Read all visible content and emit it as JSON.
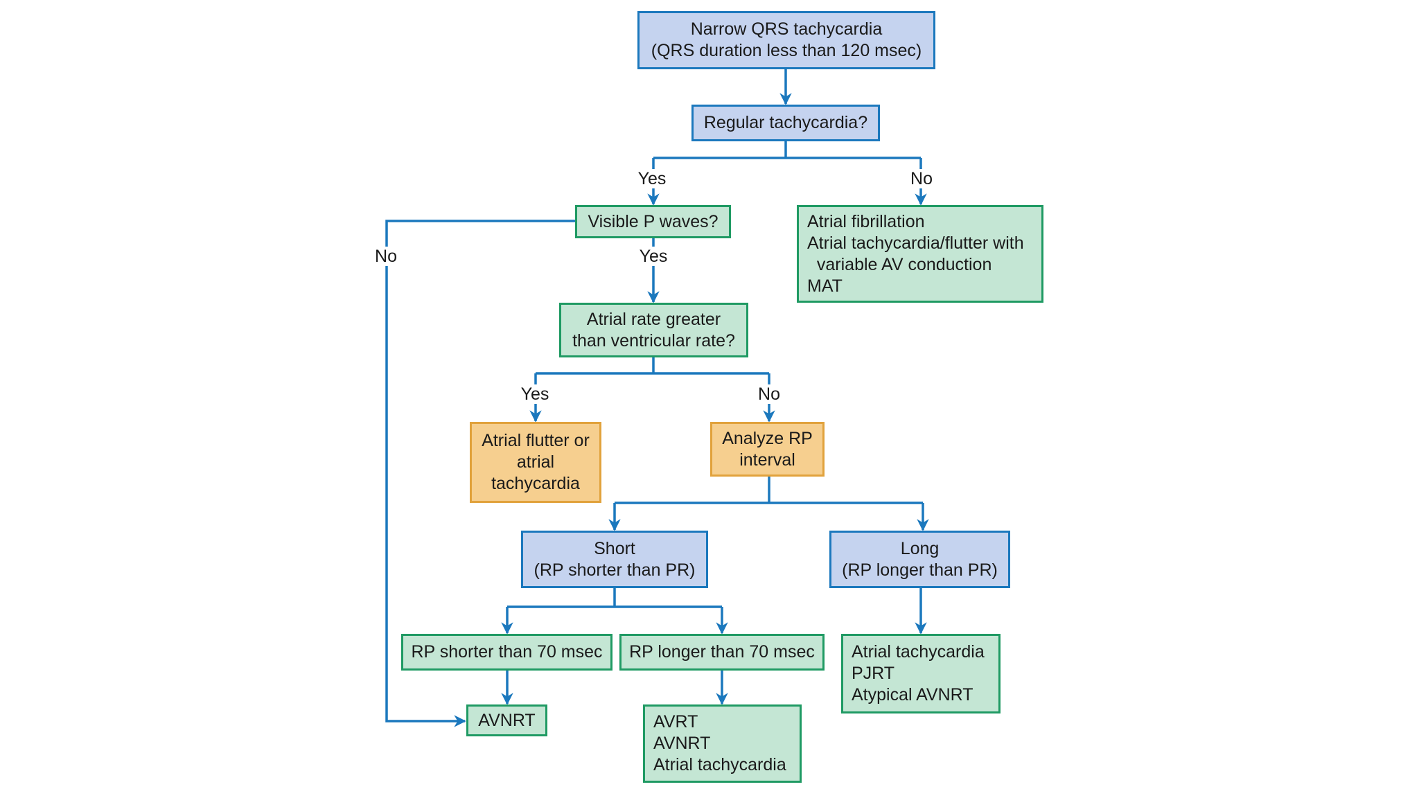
{
  "colors": {
    "line": "#1b78bd",
    "blue_fill": "#c5d3ef",
    "green_fill": "#c4e6d4",
    "green_border": "#1f9a63",
    "orange_fill": "#f6cf8f",
    "orange_border": "#e1a23c"
  },
  "nodes": {
    "narrow_qrs": {
      "lines": [
        "Narrow QRS tachycardia",
        "(QRS duration less than 120 msec)"
      ]
    },
    "regular": {
      "lines": [
        "Regular tachycardia?"
      ]
    },
    "visible_p": {
      "lines": [
        "Visible P waves?"
      ]
    },
    "irregular_dx": {
      "lines": [
        "Atrial fibrillation",
        "Atrial tachycardia/flutter with",
        "  variable AV conduction",
        "MAT"
      ]
    },
    "atrial_rate": {
      "lines": [
        "Atrial rate greater",
        "than ventricular rate?"
      ]
    },
    "flutter": {
      "lines": [
        "Atrial flutter or",
        "atrial",
        "tachycardia"
      ]
    },
    "analyze_rp": {
      "lines": [
        "Analyze RP",
        "interval"
      ]
    },
    "short_rp": {
      "lines": [
        "Short",
        "(RP shorter than PR)"
      ]
    },
    "long_rp": {
      "lines": [
        "Long",
        "(RP longer than PR)"
      ]
    },
    "rp_lt70": {
      "lines": [
        "RP shorter than 70 msec"
      ]
    },
    "rp_gt70": {
      "lines": [
        "RP longer than 70 msec"
      ]
    },
    "long_dx": {
      "lines": [
        "Atrial tachycardia",
        "PJRT",
        "Atypical AVNRT"
      ]
    },
    "avnrt": {
      "lines": [
        "AVNRT"
      ]
    },
    "avrt_dx": {
      "lines": [
        "AVRT",
        "AVNRT",
        "Atrial tachycardia"
      ]
    }
  },
  "edge_labels": {
    "regular_yes": "Yes",
    "regular_no": "No",
    "visible_p_no": "No",
    "visible_p_yes": "Yes",
    "atrial_rate_yes": "Yes",
    "atrial_rate_no": "No"
  }
}
